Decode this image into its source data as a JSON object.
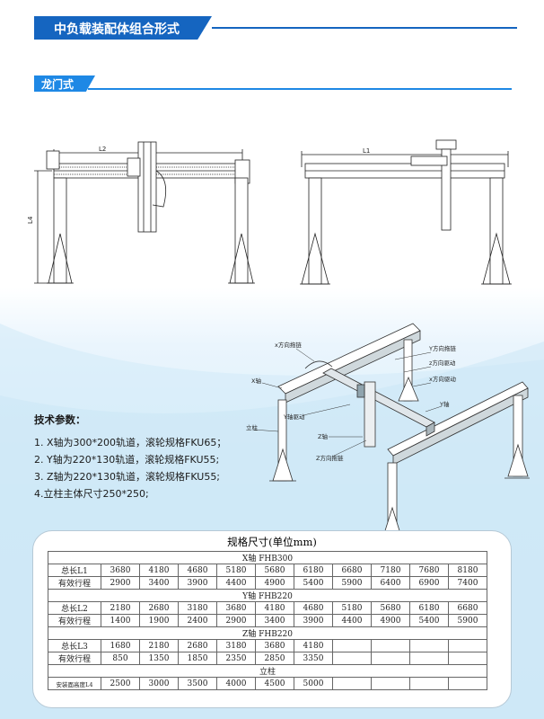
{
  "header": {
    "title": "中负载装配体组合形式"
  },
  "section": {
    "title": "龙门式"
  },
  "drawings": {
    "front": {
      "dim_l2": "L2",
      "dim_l4": "L4"
    },
    "side": {
      "dim_l1": "L1"
    },
    "iso_labels": {
      "x_drag": "x方向拖链",
      "y_axis_top": "Y方向拖链",
      "z_drive": "z方向驱动",
      "x_drive": "x方向驱动",
      "x_axis": "X轴",
      "y_axis": "Y轴",
      "y_drive": "Y轴驱动",
      "column": "立柱",
      "z_axis": "Z轴",
      "z_drag": "Z方向拖链"
    }
  },
  "params": {
    "heading": "技术参数：",
    "items": [
      "1. X轴为300*200轨道，滚轮规格FKU65；",
      "2. Y轴为220*130轨道，滚轮规格FKU55;",
      "3. Z轴为220*130轨道，滚轮规格FKU55;",
      "4.立柱主体尺寸250*250;"
    ]
  },
  "table": {
    "title": "规格尺寸(单位mm)",
    "x_header": "X轴 FHB300",
    "x_rows": [
      {
        "label": "总长L1",
        "cells": [
          "3680",
          "4180",
          "4680",
          "5180",
          "5680",
          "6180",
          "6680",
          "7180",
          "7680",
          "8180"
        ]
      },
      {
        "label": "有效行程",
        "cells": [
          "2900",
          "3400",
          "3900",
          "4400",
          "4900",
          "5400",
          "5900",
          "6400",
          "6900",
          "7400"
        ]
      }
    ],
    "y_header": "Y轴 FHB220",
    "y_rows": [
      {
        "label": "总长L2",
        "cells": [
          "2180",
          "2680",
          "3180",
          "3680",
          "4180",
          "4680",
          "5180",
          "5680",
          "6180",
          "6680"
        ]
      },
      {
        "label": "有效行程",
        "cells": [
          "1400",
          "1900",
          "2400",
          "2900",
          "3400",
          "3900",
          "4400",
          "4900",
          "5400",
          "5900"
        ]
      }
    ],
    "z_header": "Z轴 FHB220",
    "z_rows": [
      {
        "label": "总长L3",
        "cells": [
          "1680",
          "2180",
          "2680",
          "3180",
          "3680",
          "4180",
          "",
          "",
          "",
          ""
        ]
      },
      {
        "label": "有效行程",
        "cells": [
          "850",
          "1350",
          "1850",
          "2350",
          "2850",
          "3350",
          "",
          "",
          "",
          ""
        ]
      }
    ],
    "col_header": "立柱",
    "col_rows": [
      {
        "label": "安装面高度L4",
        "cells": [
          "2500",
          "3000",
          "3500",
          "4000",
          "4500",
          "5000",
          "",
          "",
          "",
          ""
        ]
      }
    ]
  }
}
